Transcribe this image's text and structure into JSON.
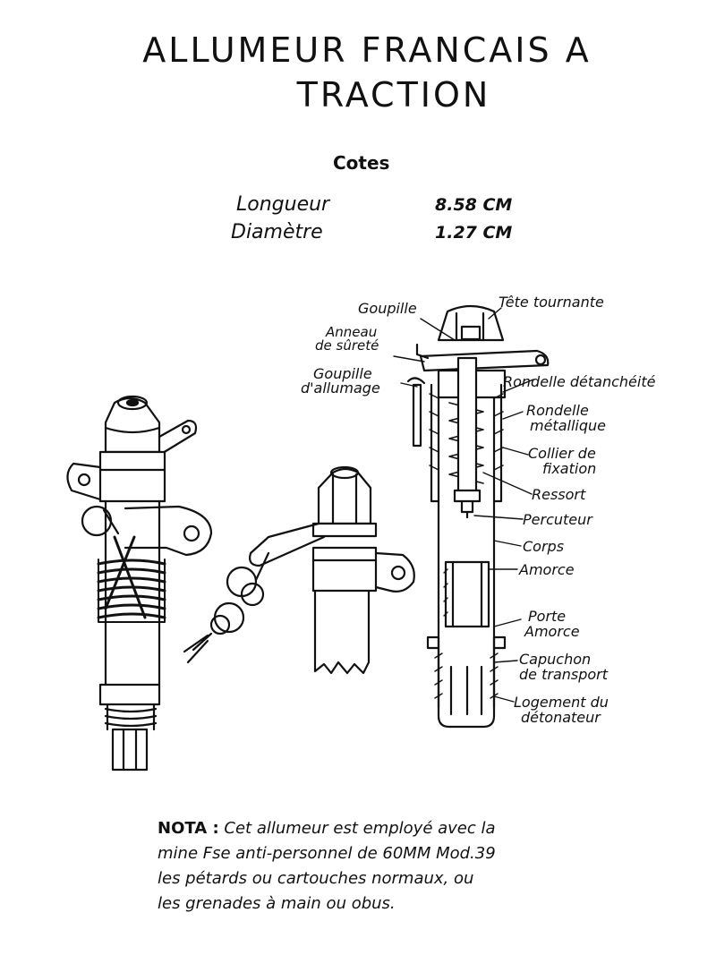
{
  "title": {
    "line1": "ALLUMEUR FRANCAIS A",
    "line2": "TRACTION"
  },
  "dimensions": {
    "heading": "Cotes",
    "rows": [
      {
        "label": "Longueur",
        "value": "8.58 CM"
      },
      {
        "label": "Diamètre",
        "value": "1.27 CM"
      }
    ]
  },
  "callouts": {
    "goupille": "Goupille",
    "tete_tournante": "Tête tournante",
    "anneau_surete_1": "Anneau",
    "anneau_surete_2": "de sûreté",
    "goupille_allumage_1": "Goupille",
    "goupille_allumage_2": "d'allumage",
    "rondelle_etancheite": "Rondelle détanchéité",
    "rondelle_metallique_1": "Rondelle",
    "rondelle_metallique_2": "métallique",
    "collier_fixation_1": "Collier de",
    "collier_fixation_2": "fixation",
    "ressort": "Ressort",
    "percuteur": "Percuteur",
    "corps": "Corps",
    "amorce": "Amorce",
    "porte_amorce_1": "Porte",
    "porte_amorce_2": "Amorce",
    "capuchon_1": "Capuchon",
    "capuchon_2": "de transport",
    "logement_1": "Logement du",
    "logement_2": "détonateur"
  },
  "nota": {
    "head": "NOTA :",
    "line1": "Cet allumeur est employé avec la",
    "line2": "mine Fse anti-personnel de 60MM Mod.39",
    "line3": "les pétards ou cartouches normaux, ou",
    "line4": "les grenades à main ou obus."
  }
}
